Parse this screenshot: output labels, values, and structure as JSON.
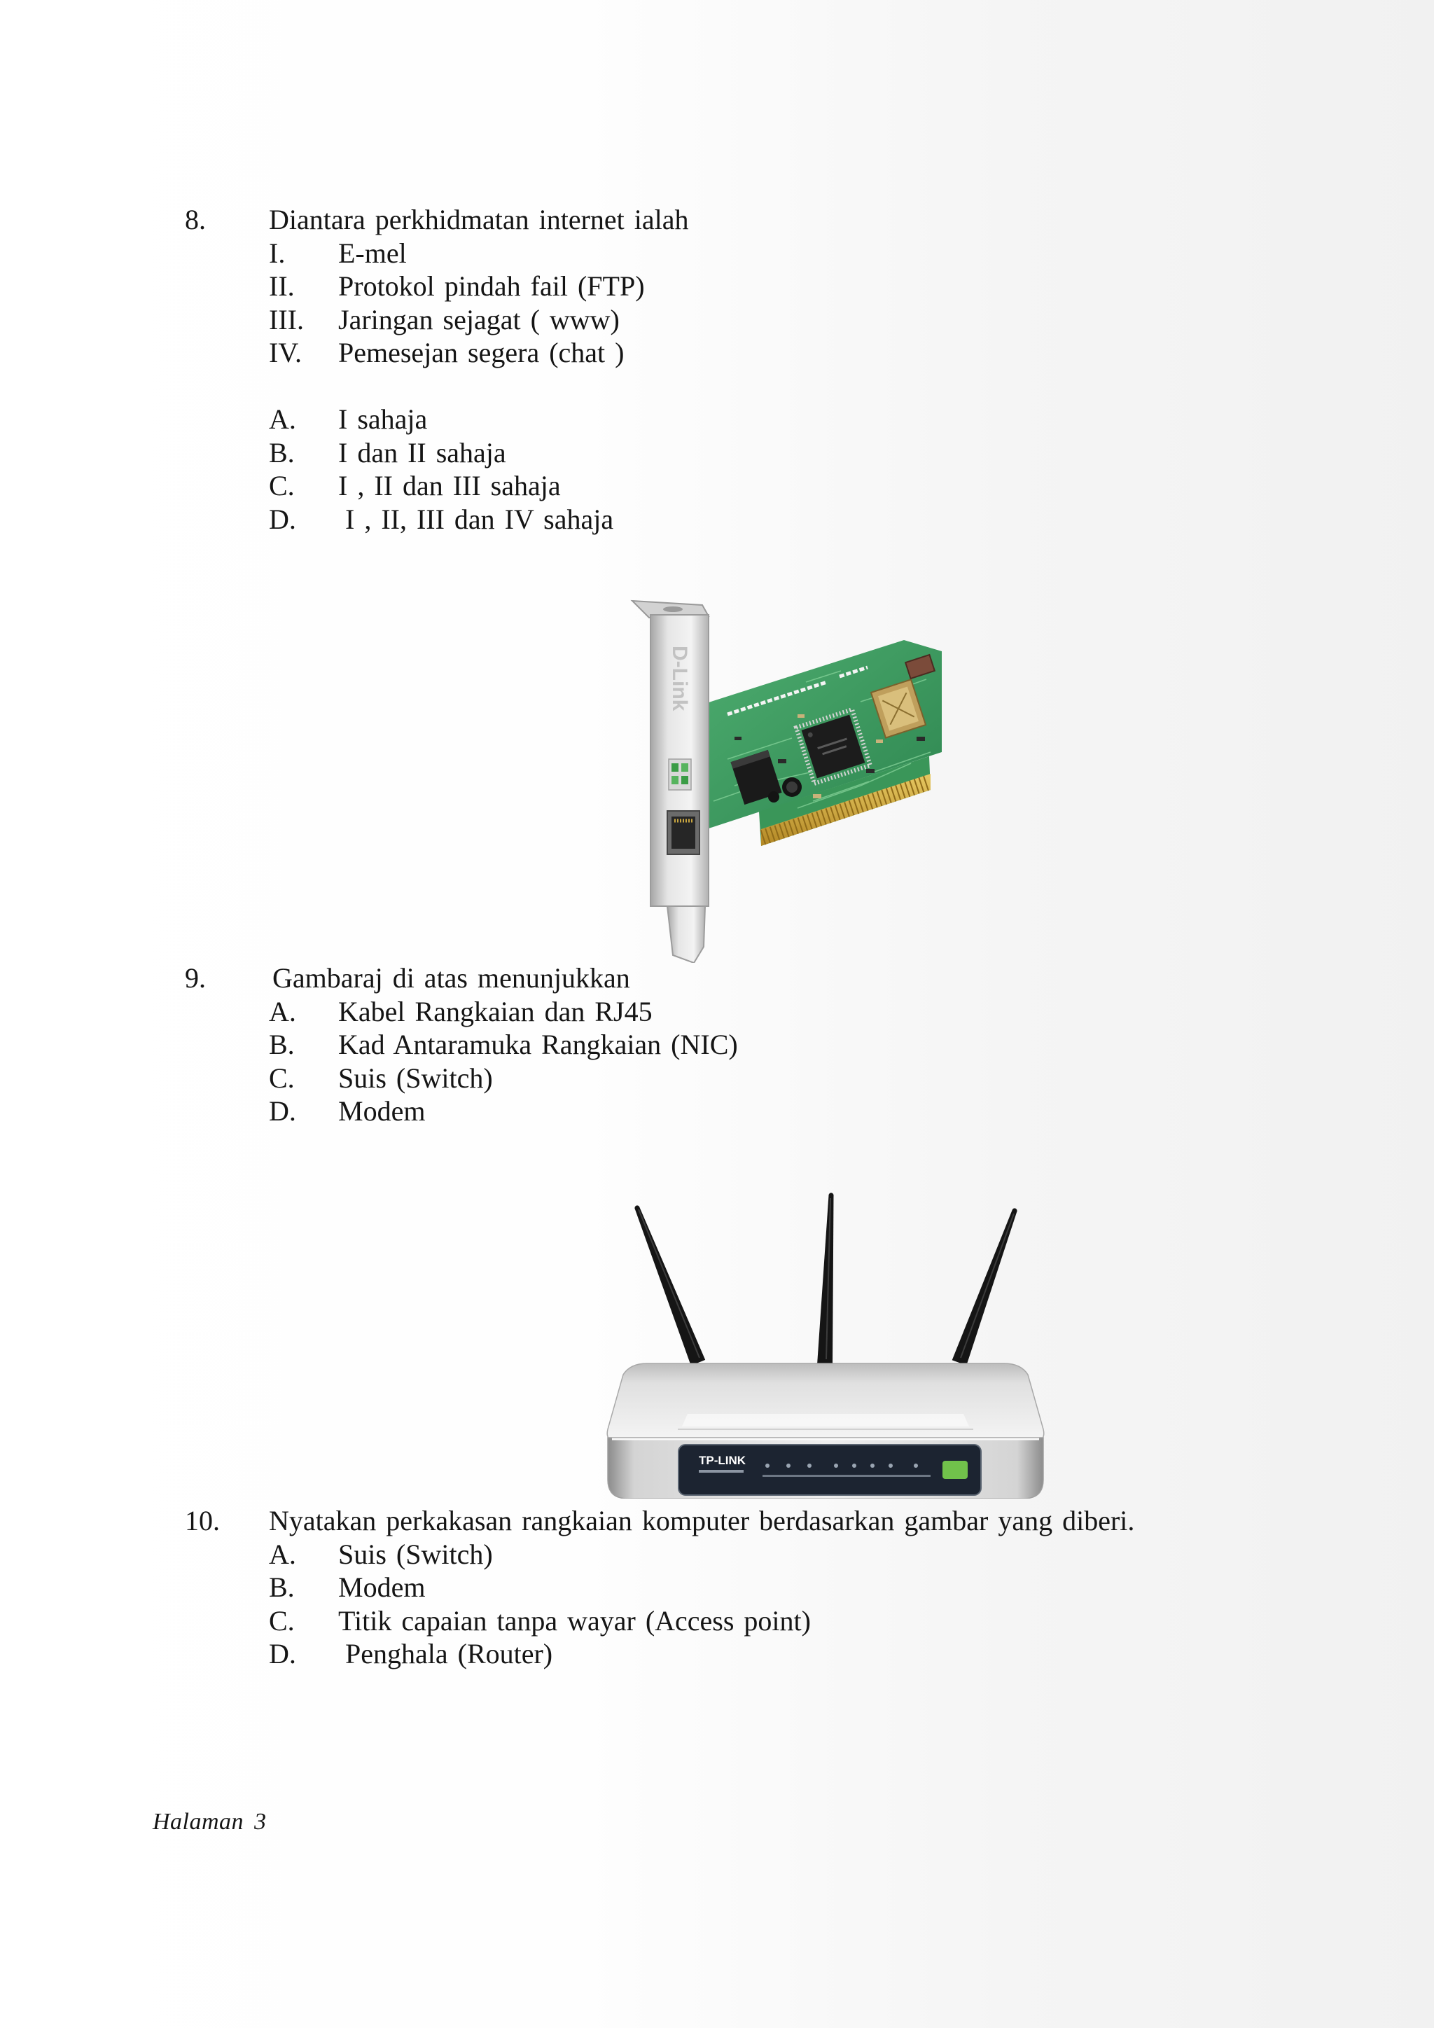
{
  "questions": [
    {
      "number": "8.",
      "stem": "Diantara perkhidmatan internet ialah",
      "statements": [
        {
          "label": "I.",
          "text": "E-mel"
        },
        {
          "label": "II.",
          "text": "Protokol pindah fail (FTP)"
        },
        {
          "label": "III.",
          "text": "Jaringan sejagat ( www)"
        },
        {
          "label": "IV.",
          "text": "Pemesejan segera (chat )"
        }
      ],
      "options": [
        {
          "label": "A.",
          "text": "I sahaja"
        },
        {
          "label": "B.",
          "text": "I dan II sahaja"
        },
        {
          "label": "C.",
          "text": "I , II dan III sahaja"
        },
        {
          "label": "D.",
          "text": "I , II, III dan IV sahaja"
        }
      ]
    },
    {
      "number": "9.",
      "stem": "Gambaraj di atas menunjukkan",
      "options": [
        {
          "label": "A.",
          "text": "Kabel Rangkaian dan RJ45"
        },
        {
          "label": "B.",
          "text": "Kad Antaramuka Rangkaian (NIC)"
        },
        {
          "label": "C.",
          "text": "Suis (Switch)"
        },
        {
          "label": "D.",
          "text": "Modem"
        }
      ]
    },
    {
      "number": "10.",
      "stem": "Nyatakan perkakasan rangkaian komputer berdasarkan gambar yang diberi.",
      "options": [
        {
          "label": "A.",
          "text": "Suis (Switch)"
        },
        {
          "label": "B.",
          "text": "Modem"
        },
        {
          "label": "C.",
          "text": "Titik capaian tanpa wayar (Access point)"
        },
        {
          "label": "D.",
          "text": "Penghala (Router)"
        }
      ]
    }
  ],
  "figures": {
    "nic": {
      "icon": "network-interface-card-image",
      "brand_logo": "D-Link",
      "board_color": "#3f9d62",
      "bracket_color": "#e2e2e2"
    },
    "router": {
      "icon": "wireless-router-image",
      "brand_logo": "TP-LINK",
      "body_color": "#e6e6e6",
      "panel_color": "#1c2431",
      "antenna_color": "#151515"
    }
  },
  "footer": {
    "page_label": "Halaman 3"
  }
}
